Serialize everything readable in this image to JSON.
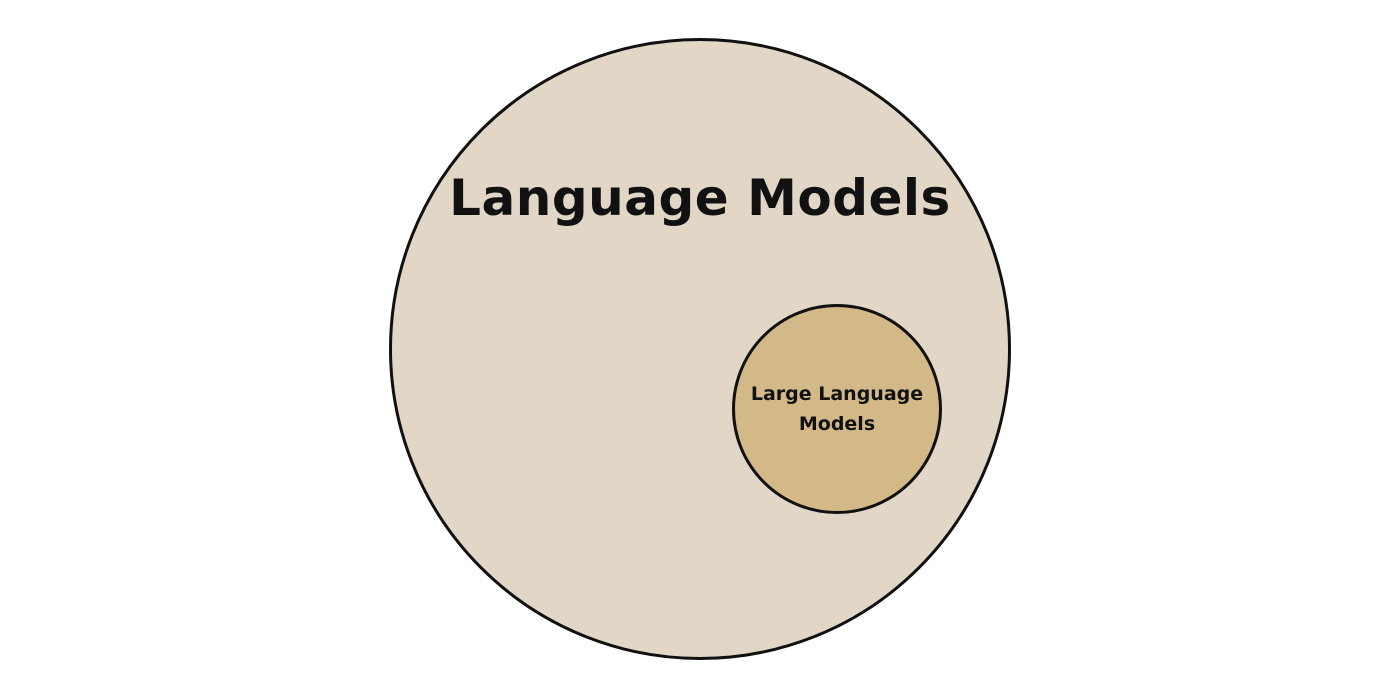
{
  "diagram": {
    "outer": {
      "label": "Language Models",
      "fill": "#e2d7c6",
      "stroke": "#111111"
    },
    "inner": {
      "label_line1": "Large Language",
      "label_line2": "Models",
      "fill": "#d3b888",
      "stroke": "#111111"
    },
    "background": "#ffffff"
  }
}
